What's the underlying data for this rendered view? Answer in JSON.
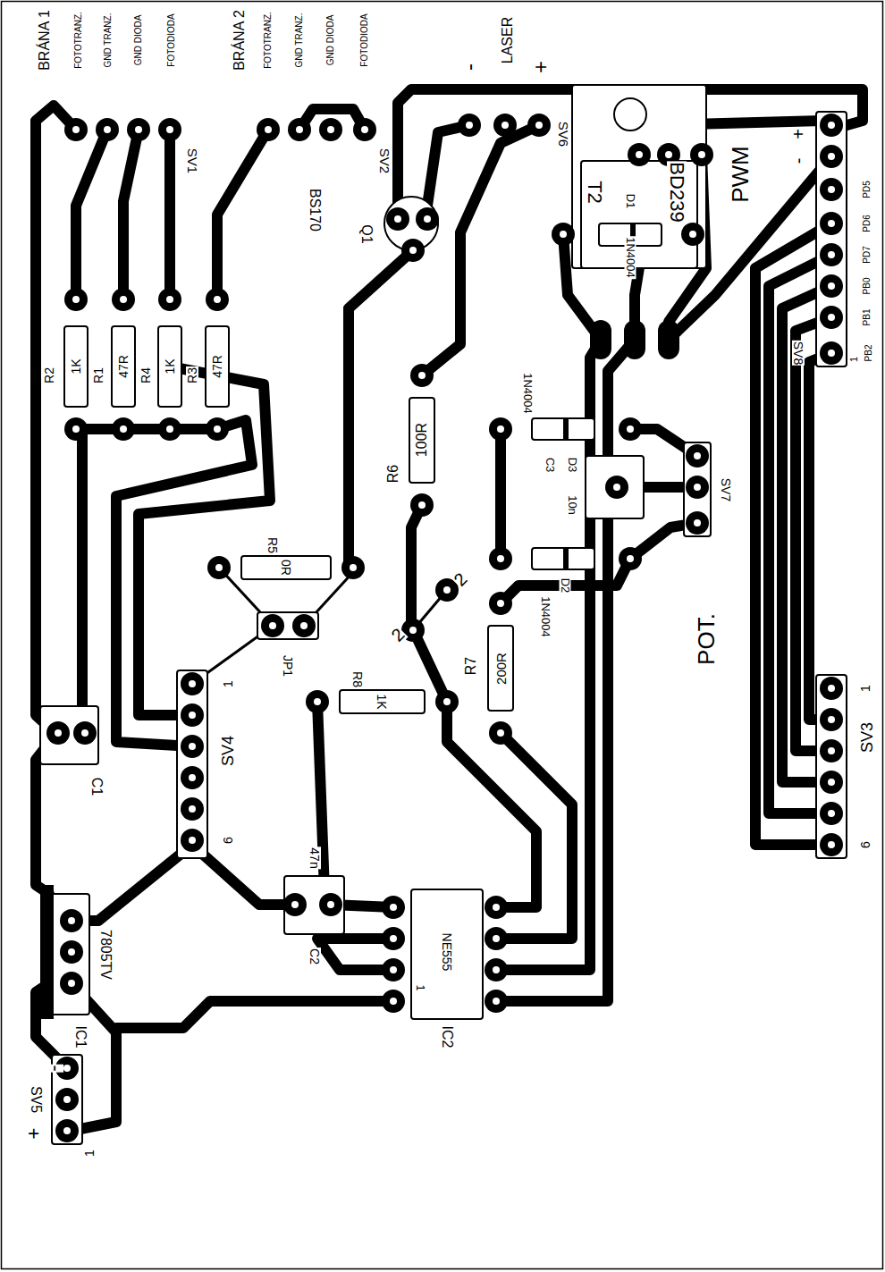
{
  "diagram": {
    "labels": [
      "BRÁNA 1",
      "FOTOTRANZ.",
      "GND TRANZ.",
      "GND DIODA",
      "FOTODIODA",
      "BRÁNA 2",
      "FOTOTRANZ.",
      "GND TRANZ.",
      "GND DIODA",
      "FOTODIODA",
      "-",
      "LASER",
      "+",
      "SV1",
      "SV2",
      "SV6",
      "BS170",
      "Q1",
      "T2",
      "BD239",
      "D1",
      "1N4004",
      "PWM",
      "+",
      "-",
      "PD5",
      "PD6",
      "PD7",
      "PB0",
      "PB1",
      "PB2",
      "1",
      "SV8",
      "R2",
      "1K",
      "R1",
      "47R",
      "R4",
      "1K",
      "R3",
      "47R",
      "R6",
      "100R",
      "1N4004",
      "D3",
      "C3",
      "10n",
      "D2",
      "1N4004",
      "SV7",
      "POT.",
      "R5",
      "0R",
      "JP1",
      "SV4",
      "1",
      "6",
      "C1",
      "R8",
      "1K",
      "R7",
      "200R",
      "2",
      "2",
      "47n",
      "C2",
      "NE555",
      "IC2",
      "1",
      "IC1",
      "7805TV",
      "-",
      "+",
      "SV5",
      "1",
      "SV3",
      "1",
      "6"
    ]
  }
}
